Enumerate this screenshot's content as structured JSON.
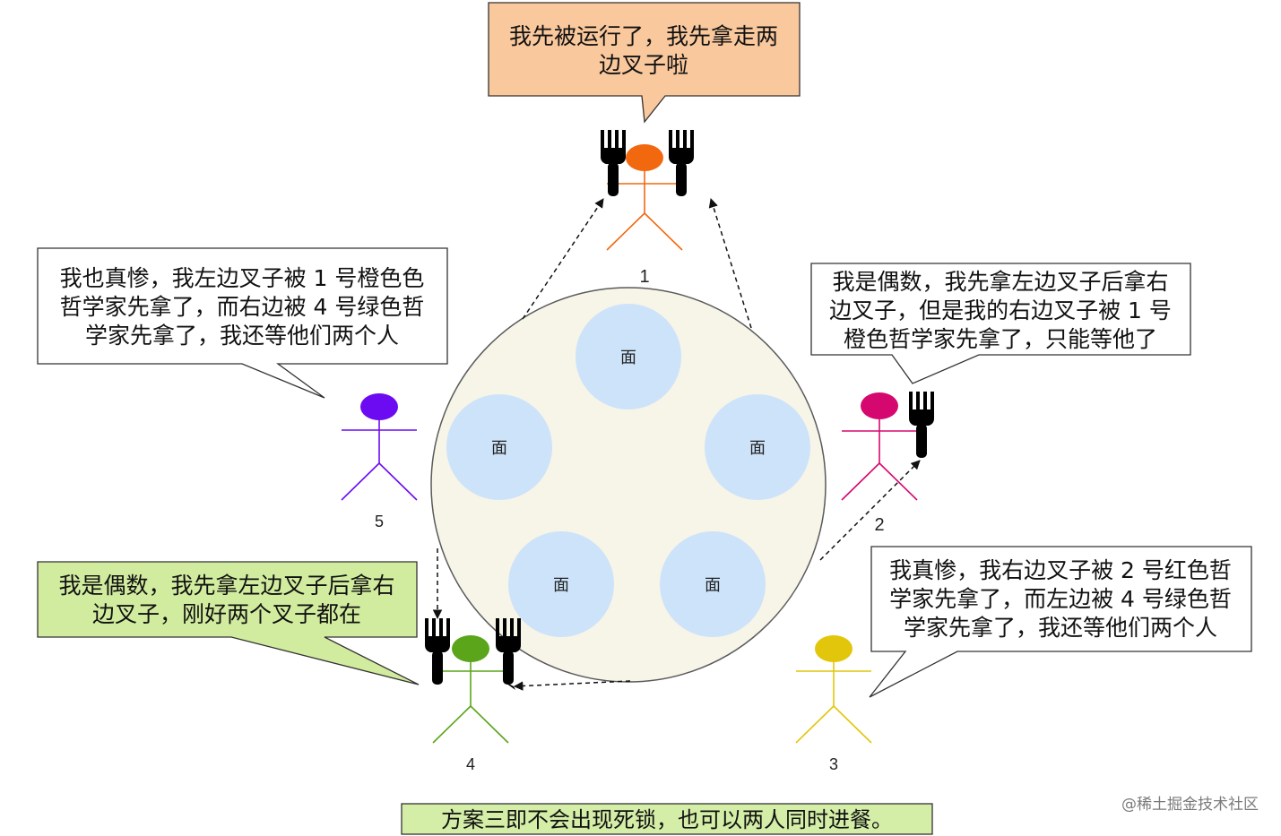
{
  "colors": {
    "table_fill": "#f7f4e8",
    "table_stroke": "#5a5a5a",
    "bowl_fill": "#cde3fa",
    "philosopher_1": "#f2680f",
    "philosopher_2": "#d5086f",
    "philosopher_3": "#e2c60b",
    "philosopher_4": "#5ba51a",
    "philosopher_5": "#6c0bf2",
    "bubble_orange_fill": "#f9c89d",
    "bubble_green_fill": "#d2ec9f",
    "bubble_white_fill": "#ffffff",
    "bottom_note_fill": "#d4eea8"
  },
  "table": {
    "bowls": [
      "面",
      "面",
      "面",
      "面",
      "面"
    ]
  },
  "philosophers": [
    {
      "number": "1",
      "color_key": "philosopher_1"
    },
    {
      "number": "2",
      "color_key": "philosopher_2"
    },
    {
      "number": "3",
      "color_key": "philosopher_3"
    },
    {
      "number": "4",
      "color_key": "philosopher_4"
    },
    {
      "number": "5",
      "color_key": "philosopher_5"
    }
  ],
  "speech_bubbles": {
    "p1": [
      "我先被运行了，我先拿走两",
      "边叉子啦"
    ],
    "p2": [
      "我是偶数，我先拿左边叉子后拿右",
      "边叉子，但是我的右边叉子被 1 号",
      "橙色哲学家先拿了，只能等他了"
    ],
    "p3": [
      "我真惨，我右边叉子被 2 号红色哲",
      "学家先拿了，而左边被 4 号绿色哲",
      "学家先拿了，我还等他们两个人"
    ],
    "p4": [
      "我是偶数，我先拿左边叉子后拿右",
      "边叉子，刚好两个叉子都在"
    ],
    "p5": [
      "我也真惨，我左边叉子被 1 号橙色色",
      "哲学家先拿了，而右边被 4 号绿色哲",
      "学家先拿了，我还等他们两个人"
    ]
  },
  "bottom_note": "方案三即不会出现死锁，也可以两人同时进餐。",
  "watermark": "@稀土掘金技术社区",
  "icons": {
    "fork": "fork-icon",
    "philosopher": "stick-figure-icon",
    "arrow": "dashed-arrow"
  }
}
